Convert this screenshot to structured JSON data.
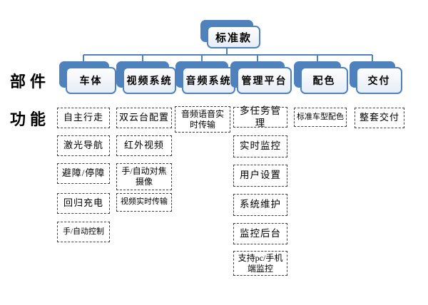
{
  "row_labels": {
    "parts": "部件",
    "functions": "功能"
  },
  "root": {
    "label": "标准款"
  },
  "categories": [
    {
      "label": "车体",
      "items": [
        "自主行走",
        "激光导航",
        "避障/停障",
        "回归充电",
        "手/自动控制"
      ]
    },
    {
      "label": "视频系统",
      "items": [
        "双云台配置",
        "红外视频",
        "手/自动对焦摄像",
        "视频实时传输"
      ]
    },
    {
      "label": "音频系统",
      "items": [
        "音频语音实时传输"
      ]
    },
    {
      "label": "管理平台",
      "items": [
        "多任务管理",
        "实时监控",
        "用户设置",
        "系统维护",
        "监控后台",
        "支持pc/手机端监控"
      ]
    },
    {
      "label": "配色",
      "items": [
        "标准车型配色"
      ]
    },
    {
      "label": "交付",
      "items": [
        "整套交付"
      ]
    }
  ],
  "colors": {
    "accent_blue": "#4f81bd",
    "connector": "#4f81bd",
    "box_fill_top": "#fdfdfe",
    "box_fill_bottom": "#e7edf6",
    "dashed_border": "#404040",
    "text": "#000000"
  }
}
